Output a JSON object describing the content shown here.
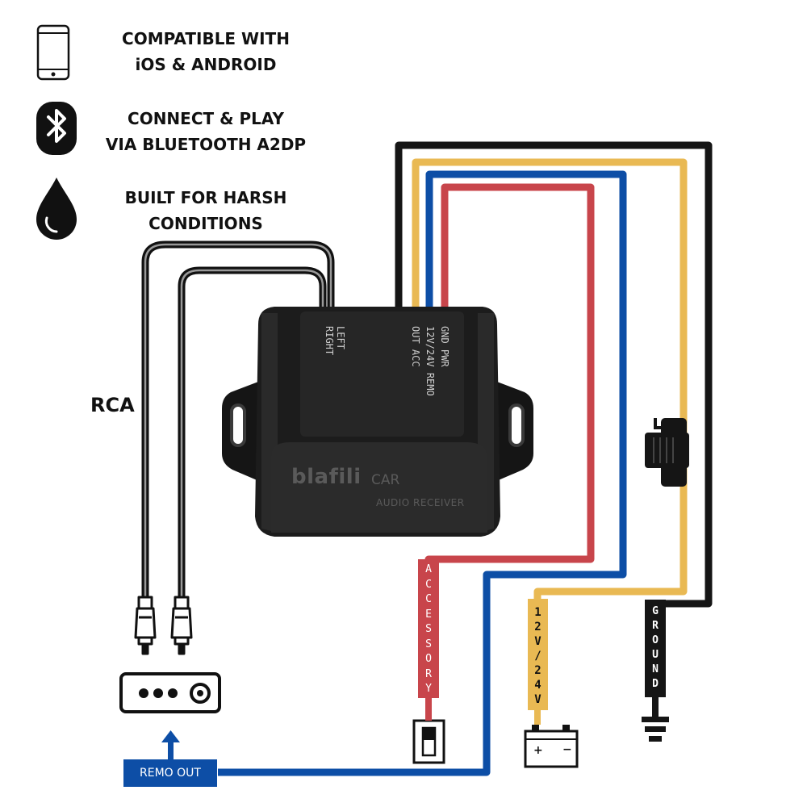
{
  "features": [
    {
      "icon": "smartphone-icon",
      "lines": [
        "COMPATIBLE WITH",
        "iOS & ANDROID"
      ]
    },
    {
      "icon": "bluetooth-icon",
      "lines": [
        "CONNECT & PLAY",
        "VIA BLUETOOTH A2DP"
      ]
    },
    {
      "icon": "water-drop-icon",
      "lines": [
        "BUILT FOR HARSH",
        "CONDITIONS"
      ]
    }
  ],
  "rca_label": "RCA",
  "device": {
    "brand": "blafili",
    "product": "CAR",
    "subtitle": "AUDIO RECEIVER",
    "ports_left": [
      "LEFT",
      "RIGHT"
    ],
    "ports_right": [
      "GND",
      "PWR 12V/24V",
      "REMO OUT",
      "ACC"
    ]
  },
  "wires": [
    {
      "name": "ACCESSORY",
      "color": "#c8454b",
      "tag_letters": [
        "A",
        "C",
        "C",
        "E",
        "S",
        "S",
        "O",
        "R",
        "Y"
      ],
      "endpoint": "switch-icon"
    },
    {
      "name": "12V/24V",
      "color": "#e9b953",
      "tag_letters": [
        "1",
        "2",
        "V",
        "/",
        "2",
        "4",
        "V"
      ],
      "endpoint": "battery-icon"
    },
    {
      "name": "GROUND",
      "color": "#151515",
      "tag_letters": [
        "G",
        "R",
        "O",
        "U",
        "N",
        "D"
      ],
      "endpoint": "ground-icon"
    },
    {
      "name": "REMO OUT",
      "color": "#0d4ea6",
      "tag_text": "REMO OUT",
      "endpoint": "amplifier-icon"
    }
  ],
  "battery_signs": [
    "+",
    "−"
  ]
}
